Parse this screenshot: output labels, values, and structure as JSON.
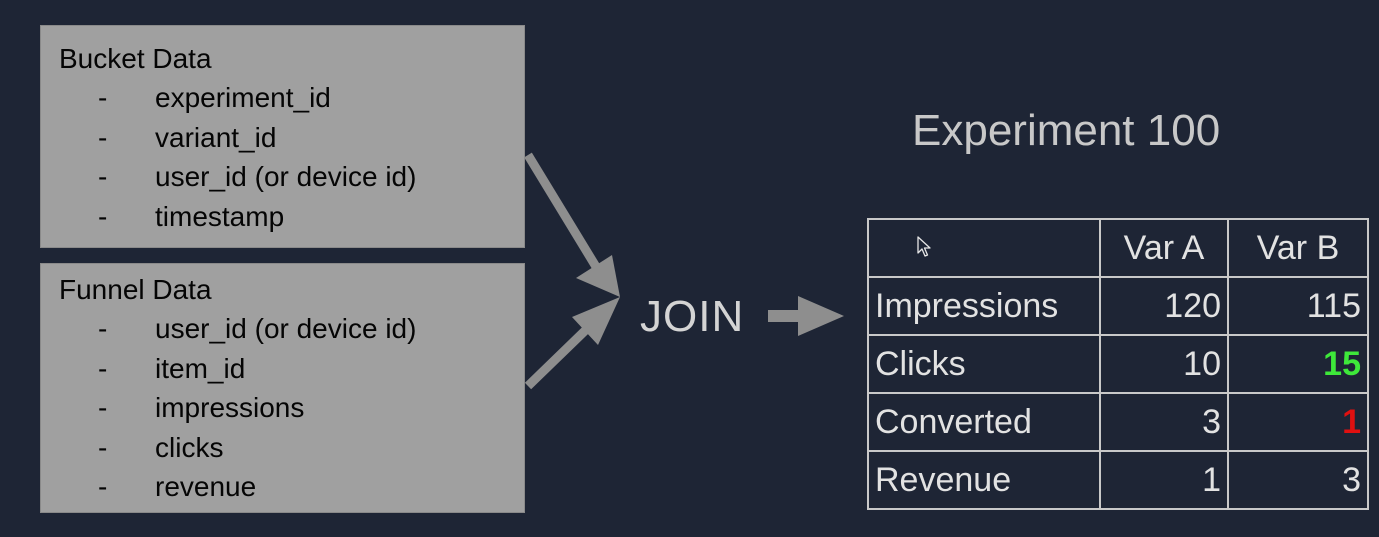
{
  "bucket": {
    "title": "Bucket Data",
    "fields": [
      "experiment_id",
      "variant_id",
      "user_id (or device id)",
      "timestamp"
    ]
  },
  "funnel": {
    "title": "Funnel Data",
    "fields": [
      "user_id (or device id)",
      "item_id",
      "impressions",
      "clicks",
      "revenue"
    ]
  },
  "dash": "-",
  "join_label": "JOIN",
  "experiment": {
    "title": "Experiment 100",
    "columns": [
      "",
      "Var A",
      "Var B"
    ],
    "rows": [
      {
        "label": "Impressions",
        "a": "120",
        "b": "115",
        "b_color": ""
      },
      {
        "label": "Clicks",
        "a": "10",
        "b": "15",
        "b_color": "#3ee83a"
      },
      {
        "label": "Converted",
        "a": "3",
        "b": "1",
        "b_color": "#e01010"
      },
      {
        "label": "Revenue",
        "a": "1",
        "b": "3",
        "b_color": ""
      }
    ]
  },
  "colors": {
    "background": "#1e2535",
    "box": "#a0a0a0",
    "arrow": "#8e8e8e",
    "better": "#3ee83a",
    "worse": "#e01010"
  }
}
